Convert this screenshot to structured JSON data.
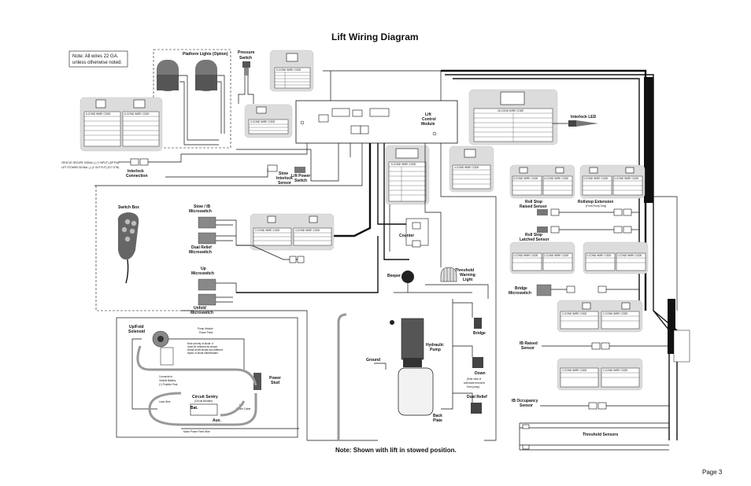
{
  "title": "Lift Wiring Diagram",
  "note_lines": [
    "Note:  All wires 22 GA.",
    "unless otherwise noted."
  ],
  "footer_note": "Note: Shown with lift in stowed position.",
  "page": "Page 3",
  "labels": {
    "platform_lights": "Platform Lights (Option)",
    "pressure_switch": [
      "Pressure",
      "Switch"
    ],
    "lift_control_module": [
      "Lift",
      "Control",
      "Module"
    ],
    "interlock_led": "Interlock LED",
    "interlock_connection": [
      "Interlock",
      "Connection"
    ],
    "stow_interlock_sensor": [
      "Stow",
      "Interlock",
      "Sensor"
    ],
    "lift_power_switch": [
      "Lift Power",
      "Switch"
    ],
    "switch_box": "Switch Box",
    "stow_ib_microswitch": [
      "Stow / IB",
      "Microswitch"
    ],
    "dual_relief_microswitch": [
      "Dual Relief",
      "Microswitch"
    ],
    "up_microswitch": [
      "Up",
      "Microswitch"
    ],
    "unfold_microswitch": [
      "Unfold",
      "Microswitch"
    ],
    "counter": "Counter",
    "beeper": "Beeper",
    "threshold_warning_light": [
      "Threshold",
      "Warning",
      "Light"
    ],
    "roll_stop_raised_sensor": [
      "Roll Stop",
      "Raised Sensor"
    ],
    "roll_stop_latched_sensor": [
      "Roll Stop",
      "Latched Sensor"
    ],
    "rollstop_extension": "Rollstop Extension",
    "rollstop_extension_sub": "(Front Pump Only)",
    "bridge_microswitch": [
      "Bridge",
      "Microswitch"
    ],
    "up_fold_solenoid": [
      "Up/Fold",
      "Solenoid"
    ],
    "pump_module_power_feed": [
      "Pump Module",
      "Power Feed"
    ],
    "hydraulic_pump": [
      "Hydraulic",
      "Pump"
    ],
    "ground": "Ground",
    "power_stud": [
      "Power",
      "Stud"
    ],
    "circuit_sentry": [
      "Circuit Sentry",
      "(Circuit Breaker)"
    ],
    "bat": "Bat.",
    "aux": "Aux.",
    "lead_wire": "Lead Wire",
    "lift_power_cable": [
      "Lift",
      "Power Cable"
    ],
    "motor_power_feed_wire": "Motor Power Feed Wire",
    "connects_to": [
      "Connects to",
      "Vehicle Battery",
      "(+) Positive Post"
    ],
    "polarity_note": [
      "Note priority of diode. It",
      "must be oriented as shown.",
      "Detail at left shows two different",
      "styles of diode identification."
    ],
    "bridge": "Bridge",
    "down": "Down",
    "side_view_note": [
      "(Side view of",
      "solenoids removed",
      "from pump)"
    ],
    "dual_relief": "Dual Relief",
    "back_plate": [
      "Back",
      "Plate"
    ],
    "ib_raised_sensor": [
      "IB Raised",
      "Sensor"
    ],
    "ib_occupancy_sensor": [
      "IB Occupancy",
      "Sensor"
    ],
    "threshold_sensors": "Threshold Sensors",
    "vehicle_secure_signal": "VEHICLE SECURE SIGNAL (-) (Y INPUT) (OPTNL)",
    "lift_stowed_signal": "LIFT STOWED SIGNAL (-) (Y OUT PUT) (FLT STN)"
  },
  "wire_code_tables": [
    {
      "title": "6-COND WIRE CODE"
    },
    {
      "title": "6-COND WIRE CODE"
    },
    {
      "title": "3-COND WIRE CODE"
    },
    {
      "title": "18-COND WIRE CODE"
    },
    {
      "title": "4-COND WIRE CODE"
    },
    {
      "title": "6-COND WIRE CODE"
    },
    {
      "title": "3-COND WIRE CODE"
    },
    {
      "title": "4-COND WIRE CODE"
    },
    {
      "title": "4-COND WIRE CODE"
    },
    {
      "title": "2-COND WIRE CODE"
    },
    {
      "title": "4-COND WIRE CODE"
    },
    {
      "title": "4-COND WIRE CODE"
    },
    {
      "title": "2-COND WIRE CODE"
    },
    {
      "title": "2-COND WIRE CODE"
    },
    {
      "title": "2-COND WIRE CODE"
    },
    {
      "title": "2-COND WIRE CODE"
    },
    {
      "title": "2-COND WIRE CODE"
    },
    {
      "title": "2-COND WIRE CODE"
    },
    {
      "title": "2-COND WIRE CODE"
    },
    {
      "title": "2-COND WIRE CODE"
    }
  ]
}
